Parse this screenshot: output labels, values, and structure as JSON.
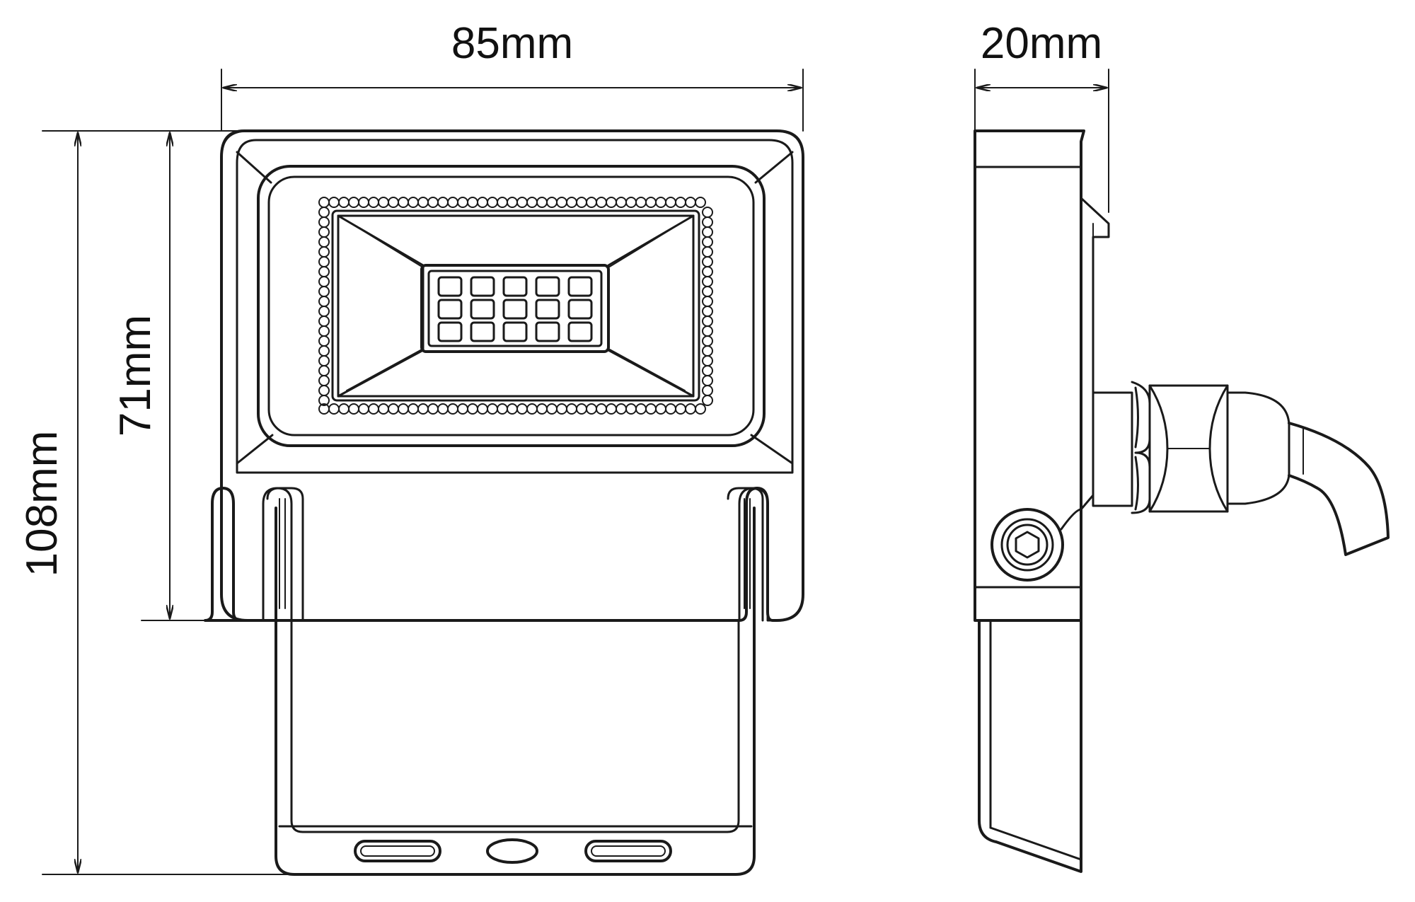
{
  "dimensions": {
    "width": "85mm",
    "depth": "20mm",
    "height_total": "108mm",
    "height_body": "71mm"
  },
  "colors": {
    "line": "#1a1a1a",
    "background": "#ffffff"
  }
}
